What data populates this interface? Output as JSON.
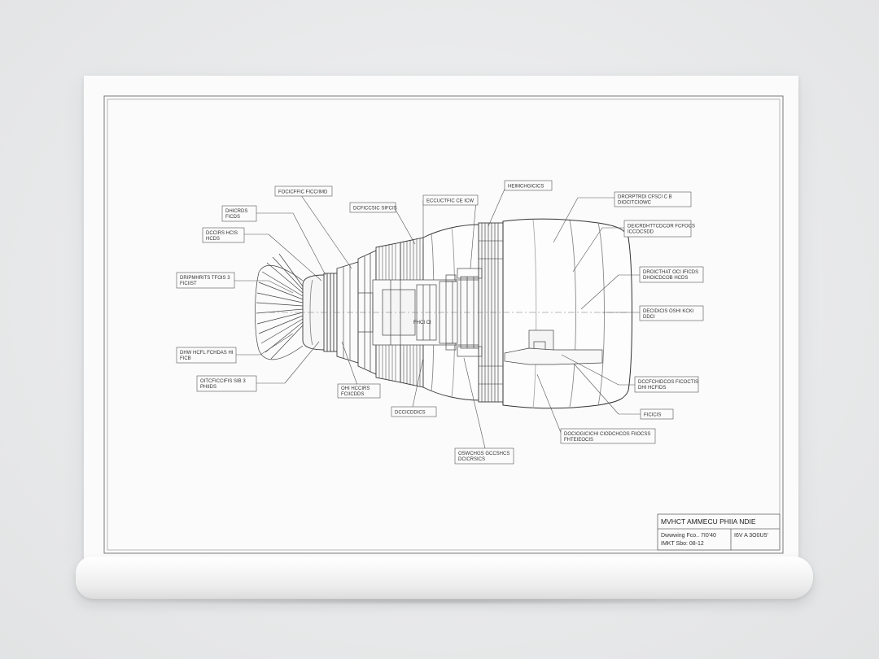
{
  "title_block": {
    "title": "MVHCT AMMECU PHIIA NDIE",
    "drawing_no": "Dwwwing Fco.. 7I0'40",
    "scale": "IMKT Sbo: 08-12",
    "rev": "I6V A 3O0U5'"
  },
  "callouts": [
    {
      "id": "c1",
      "lines": [
        "FOCICFFIC FICC/IMD"
      ]
    },
    {
      "id": "c2",
      "lines": [
        "DCFICCSIC SIFCIS"
      ]
    },
    {
      "id": "c3",
      "lines": [
        "ECCUCTFIC CE ICW"
      ]
    },
    {
      "id": "c4",
      "lines": [
        "HEIMCHGICICS"
      ]
    },
    {
      "id": "c5",
      "lines": [
        "DRCRPTRDI CFSCI C B",
        "DIOCITCIOWC"
      ]
    },
    {
      "id": "c6",
      "lines": [
        "DEICRDHTTCDCOR FCFOCS",
        "ICCOCSDD"
      ]
    },
    {
      "id": "c7",
      "lines": [
        "DHICRDS",
        "FICDS"
      ]
    },
    {
      "id": "c8",
      "lines": [
        "DCCIRS HCIS",
        "HCDS"
      ]
    },
    {
      "id": "c9",
      "lines": [
        "DRIPMHRITS TFOIS 3",
        "FICIIST"
      ]
    },
    {
      "id": "c10",
      "lines": [
        "DROICTHAT OCI IFICDS",
        "DHOICDCOB HCDS"
      ]
    },
    {
      "id": "c11",
      "lines": [
        "DECIDICIS OSHI KCKI",
        "DDCI"
      ]
    },
    {
      "id": "c12",
      "lines": [
        "DHW HCFL FCHDAS HI",
        "FICB"
      ]
    },
    {
      "id": "c13",
      "lines": [
        "OITCFICCIFIS SIB 3",
        "PHIIDS"
      ]
    },
    {
      "id": "c14",
      "lines": [
        "OHI HCCIRS",
        "FCIICDDS"
      ]
    },
    {
      "id": "c15",
      "lines": [
        "DCCICDDICS"
      ]
    },
    {
      "id": "c16",
      "lines": [
        "OSWCHGS GCCSHCS",
        "DCICRSICS"
      ]
    },
    {
      "id": "c17",
      "lines": [
        "DCCFCHIDCOS FICOCTIS",
        "DHI HCFIDS"
      ]
    },
    {
      "id": "c18",
      "lines": [
        "FICICIS"
      ]
    },
    {
      "id": "c19",
      "lines": [
        "DOCIOGICICHI CIODCHCOS FIIOCSS",
        "FHTEIEOCIS"
      ]
    }
  ],
  "internal_label": "FHCI CI"
}
